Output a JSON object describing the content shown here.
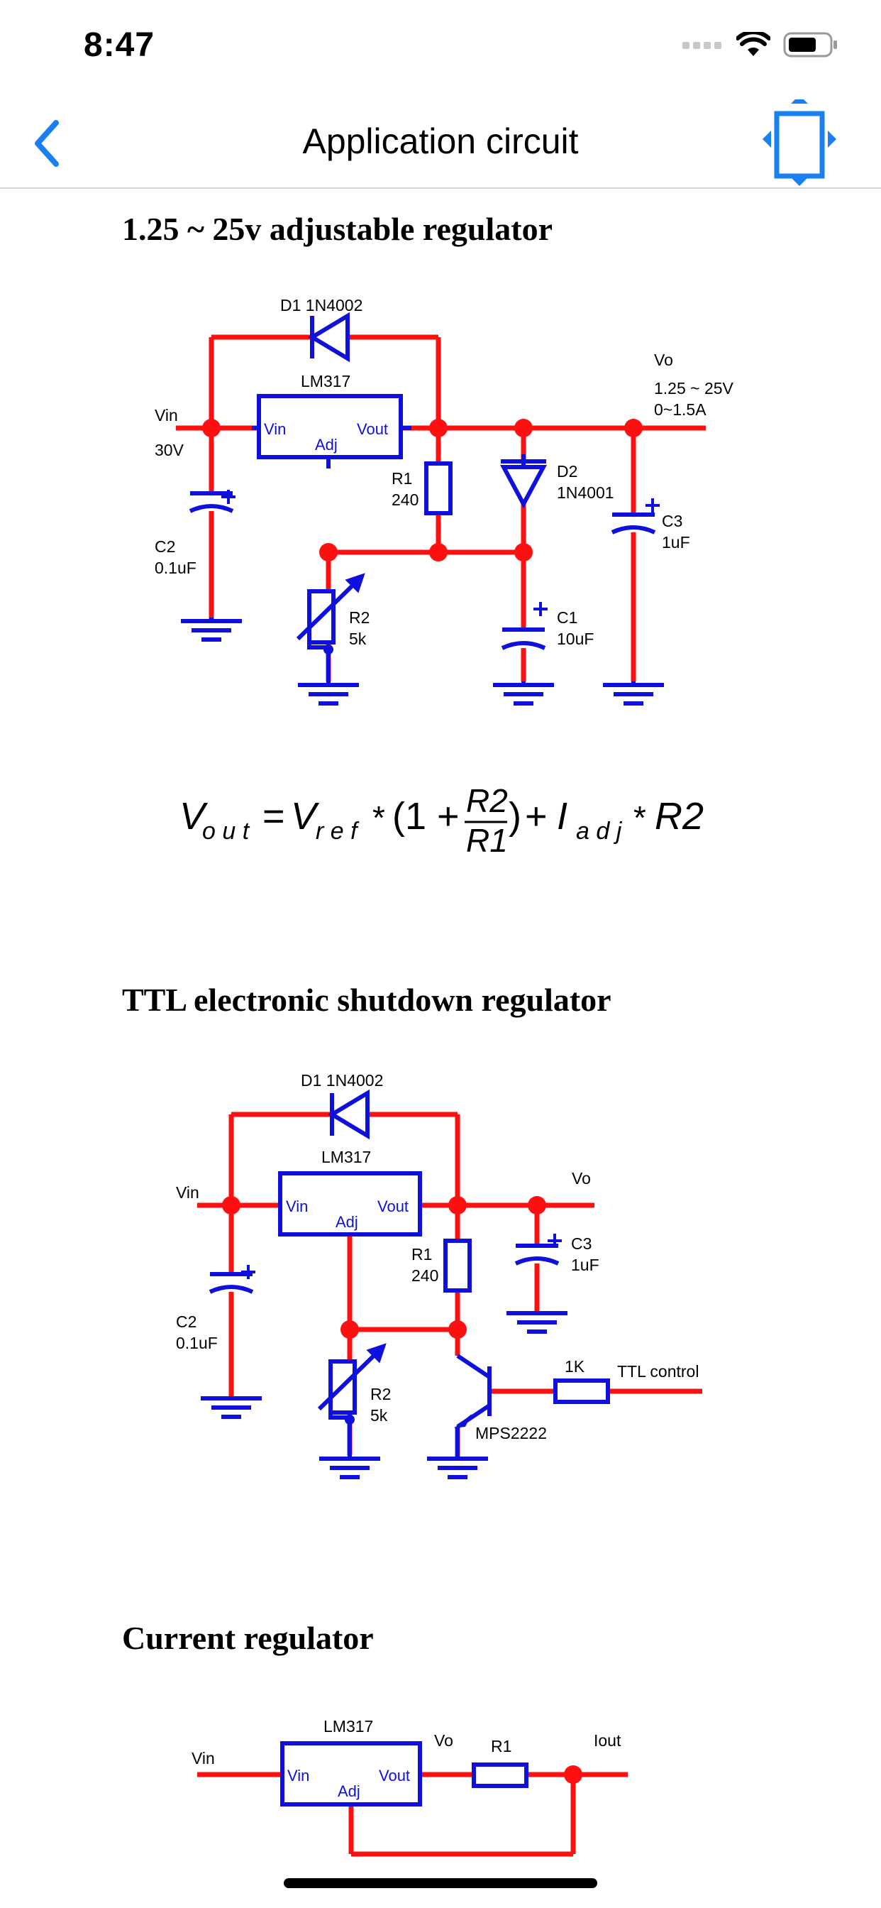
{
  "status": {
    "time": "8:47"
  },
  "nav": {
    "title": "Application circuit"
  },
  "sections": [
    {
      "title": "1.25 ~ 25v adjustable regulator",
      "labels": {
        "d1": "D1 1N4002",
        "lm317": "LM317",
        "vin": "Vin",
        "vin_val": "30V",
        "pin_vin": "Vin",
        "pin_adj": "Adj",
        "pin_vout": "Vout",
        "vo": "Vo",
        "vo_range": "1.25 ~ 25V",
        "vo_current": "0~1.5A",
        "r1": "R1",
        "r1_val": "240",
        "d2": "D2",
        "d2_val": "1N4001",
        "c3": "C3",
        "c3_val": "1uF",
        "c2": "C2",
        "c2_val": "0.1uF",
        "r2": "R2",
        "r2_val": "5k",
        "c1": "C1",
        "c1_val": "10uF"
      }
    },
    {
      "title": "TTL electronic shutdown regulator",
      "labels": {
        "d1": "D1 1N4002",
        "lm317": "LM317",
        "vin": "Vin",
        "vo": "Vo",
        "pin_vin": "Vin",
        "pin_adj": "Adj",
        "pin_vout": "Vout",
        "r1": "R1",
        "r1_val": "240",
        "c3": "C3",
        "c3_val": "1uF",
        "c2": "C2",
        "c2_val": "0.1uF",
        "r2": "R2",
        "r2_val": "5k",
        "r_ttl": "1K",
        "ttl": "TTL control",
        "transistor": "MPS2222"
      }
    },
    {
      "title": "Current regulator",
      "labels": {
        "lm317": "LM317",
        "vin": "Vin",
        "vo": "Vo",
        "r1": "R1",
        "iout": "Iout",
        "pin_vin": "Vin",
        "pin_adj": "Adj",
        "pin_vout": "Vout"
      }
    }
  ],
  "formula": {
    "v": "V",
    "out": "o u t",
    "eq": "=",
    "vref": "V",
    "ref": "r e f",
    "mul1": "*",
    "open": "(1 +",
    "num": "R2",
    "den": "R1",
    "close": ")",
    "plus": "+",
    "i": "I",
    "adj": "a d j",
    "mul2": "*",
    "r2": "R2"
  },
  "colors": {
    "wire": "#ff1010",
    "component": "#1010dd",
    "accent": "#1a7ff0"
  }
}
